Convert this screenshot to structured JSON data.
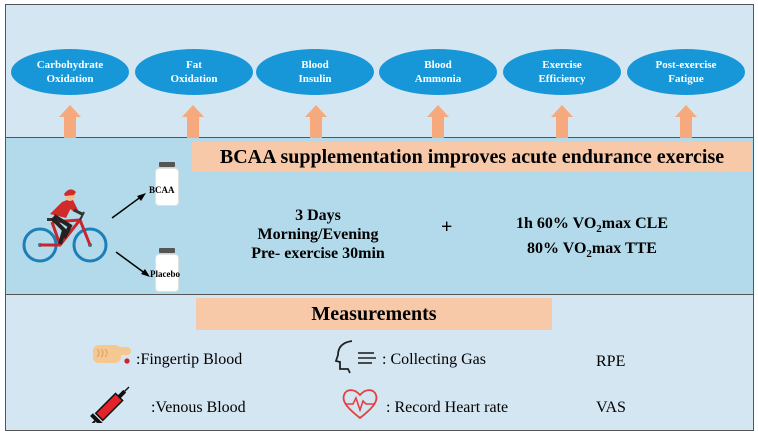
{
  "outcomes": [
    {
      "line1": "Carbohydrate",
      "line2": "Oxidation"
    },
    {
      "line1": "Fat",
      "line2": "Oxidation"
    },
    {
      "line1": "Blood",
      "line2": "Insulin"
    },
    {
      "line1": "Blood",
      "line2": "Ammonia"
    },
    {
      "line1": "Exercise",
      "line2": "Efficiency"
    },
    {
      "line1": "Post-exercise",
      "line2": "Fatigue"
    }
  ],
  "banner": "BCAA supplementation improves acute endurance exercise",
  "supplements": {
    "bcaa": "BCAA",
    "placebo": "Placebo"
  },
  "protocol": {
    "line1": "3  Days",
    "line2": "Morning/Evening",
    "line3": "Pre- exercise 30min"
  },
  "plus": "+",
  "tests": {
    "cle_prefix": "1h 60% VO",
    "cle_sub": "2",
    "cle_suffix": "max CLE",
    "tte_prefix": "80% VO",
    "tte_sub": "2",
    "tte_suffix": "max TTE"
  },
  "measurements": {
    "title": "Measurements",
    "fingertip": ":Fingertip Blood",
    "venous": ":Venous Blood",
    "gas": ": Collecting Gas",
    "heart": ": Record Heart rate",
    "rpe": "RPE",
    "vas": "VAS"
  },
  "colors": {
    "oval": "#1797d8",
    "arrow": "#f6a97c",
    "banner": "#f7c9a9",
    "top_bg": "#d4e6f2",
    "mid_bg": "#b3daea",
    "heart": "#e14040",
    "syringe": "#e0242a"
  },
  "icons": [
    "finger-icon",
    "syringe-icon",
    "breath-icon",
    "heart-rate-icon",
    "cyclist-icon",
    "bottle-icon"
  ]
}
